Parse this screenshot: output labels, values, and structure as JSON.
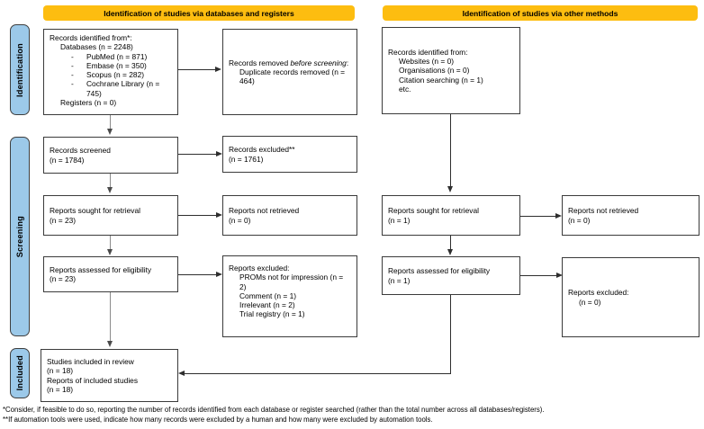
{
  "colors": {
    "header_bg": "#FDBD10",
    "sidebar_bg": "#9CC9E9",
    "box_border": "#3b3b3b",
    "line": "#2e2e2e",
    "line_gray": "#8c8c8c"
  },
  "headers": {
    "left": "Identification of studies via databases and registers",
    "right": "Identification of studies via other methods"
  },
  "sidebars": {
    "identification": "Identification",
    "screening": "Screening",
    "included": "Included"
  },
  "left": {
    "identified": {
      "title": "Records identified from*:",
      "databases": "Databases (n = 2248)",
      "sources": [
        {
          "label": "PubMed (n = 871)"
        },
        {
          "label": "Embase (n = 350)"
        },
        {
          "label": "Scopus (n = 282)"
        },
        {
          "label": "Cochrane Library (n = 745)"
        }
      ],
      "registers": "Registers (n = 0)"
    },
    "removed": {
      "t1": "Records removed ",
      "t_italic": "before screening",
      "t2": ":",
      "item": "Duplicate records removed (n = 464)"
    },
    "screened": {
      "l1": "Records screened",
      "l2": "(n = 1784)"
    },
    "excluded": {
      "l1": "Records excluded**",
      "l2": "(n = 1761)"
    },
    "sought": {
      "l1": "Reports sought for retrieval",
      "l2": "(n = 23)"
    },
    "not_retrieved": {
      "l1": "Reports not retrieved",
      "l2": "(n = 0)"
    },
    "assessed": {
      "l1": "Reports assessed for eligibility",
      "l2": "(n = 23)"
    },
    "excluded_reasons": {
      "title": "Reports excluded:",
      "reasons": [
        {
          "label": "PROMs not for impression (n = 2)"
        },
        {
          "label": "Comment (n = 1)"
        },
        {
          "label": "Irrelevant (n = 2)"
        },
        {
          "label": "Trial registry (n = 1)"
        }
      ]
    },
    "included": {
      "l1": "Studies included in review",
      "l2": "(n = 18)",
      "l3": "Reports of included studies",
      "l4": "(n = 18)"
    }
  },
  "right": {
    "identified": {
      "title": "Records identified from:",
      "items": [
        {
          "label": "Websites (n = 0)"
        },
        {
          "label": "Organisations (n = 0)"
        },
        {
          "label": "Citation searching (n = 1)"
        },
        {
          "label": "etc."
        }
      ]
    },
    "sought": {
      "l1": "Reports sought for retrieval",
      "l2": "(n = 1)"
    },
    "not_retrieved": {
      "l1": "Reports not retrieved",
      "l2": "(n = 0)"
    },
    "assessed": {
      "l1": "Reports assessed for eligibility",
      "l2": "(n = 1)"
    },
    "excluded": {
      "l1": "Reports excluded:",
      "l2": "(n = 0)"
    }
  },
  "footnotes": {
    "line1": "*Consider, if feasible to do so, reporting the number of records identified from each database or register searched (rather than the total number across all databases/registers).",
    "line2": "**If automation tools were used, indicate how many records were excluded by a human and how many were excluded by automation tools."
  }
}
